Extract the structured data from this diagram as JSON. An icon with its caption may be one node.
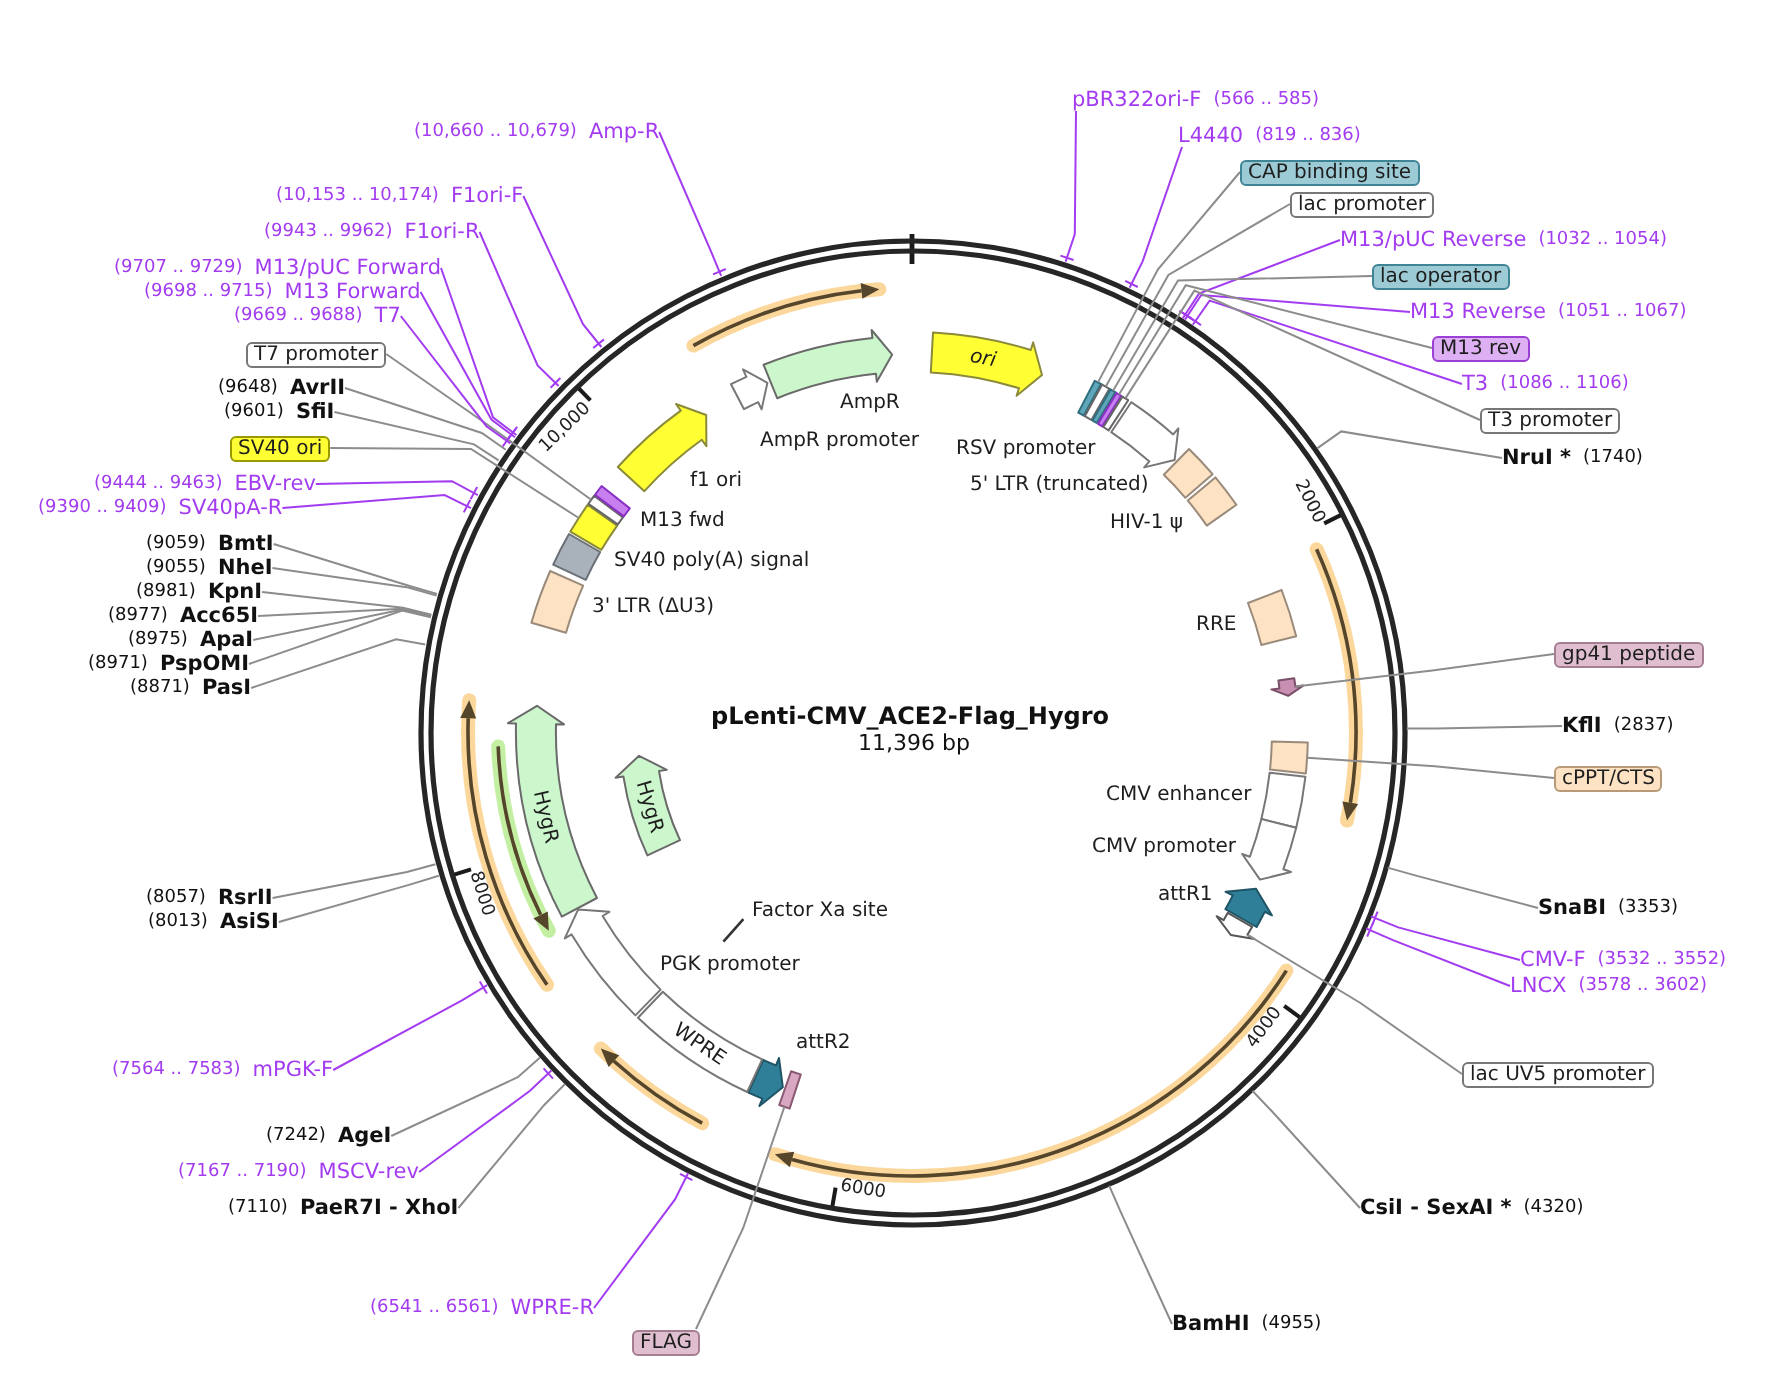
{
  "diagram": {
    "nodes": [
      {
        "text": [
          "pBR322ori-F",
          "(566 .. 585)"
        ]
      },
      {
        "text": [
          "L4440",
          "(819 .. 836)"
        ]
      },
      {
        "text": [
          "CAP binding site"
        ]
      },
      {
        "text": [
          "lac promoter"
        ]
      },
      {
        "text": [
          "M13/pUC Reverse",
          "(1032 .. 1054)"
        ]
      },
      {
        "text": [
          "lac operator"
        ]
      },
      {
        "text": [
          "M13 Reverse",
          "(1051 .. 1067)"
        ]
      },
      {
        "text": [
          "M13 rev"
        ]
      },
      {
        "text": [
          "T3",
          "(1086 .. 1106)"
        ]
      },
      {
        "text": [
          "T3 promoter"
        ]
      },
      {
        "text": [
          "NruI *",
          "(1740)"
        ]
      },
      {
        "text": [
          "gp41 peptide"
        ]
      },
      {
        "text": [
          "KflI",
          "(2837)"
        ]
      },
      {
        "text": [
          "cPPT/CTS"
        ]
      },
      {
        "text": [
          "SnaBI",
          "(3353)"
        ]
      },
      {
        "text": [
          "CMV-F",
          "(3532 .. 3552)"
        ]
      },
      {
        "text": [
          "LNCX",
          "(3578 .. 3602)"
        ]
      },
      {
        "text": [
          "lac UV5 promoter"
        ]
      },
      {
        "text": [
          "CsiI - SexAI *",
          "(4320)"
        ]
      },
      {
        "text": [
          "BamHI",
          "(4955)"
        ]
      },
      {
        "text": [
          "FLAG"
        ]
      },
      {
        "text": [
          "(6541 .. 6561)",
          "WPRE-R"
        ]
      },
      {
        "text": [
          "(7110)",
          "PaeR7I - XhoI"
        ]
      },
      {
        "text": [
          "(7167 .. 7190)",
          "MSCV-rev"
        ]
      },
      {
        "text": [
          "(7242)",
          "AgeI"
        ]
      },
      {
        "text": [
          "(7564 .. 7583)",
          "mPGK-F"
        ]
      },
      {
        "text": [
          "(8013)",
          "AsiSI"
        ]
      },
      {
        "text": [
          "(8057)",
          "RsrII"
        ]
      },
      {
        "text": [
          "(8871)",
          "PasI"
        ]
      },
      {
        "text": [
          "(8971)",
          "PspOMI"
        ]
      },
      {
        "text": [
          "(8975)",
          "ApaI"
        ]
      },
      {
        "text": [
          "(8977)",
          "Acc65I"
        ]
      },
      {
        "text": [
          "(8981)",
          "KpnI"
        ]
      },
      {
        "text": [
          "(9055)",
          "NheI"
        ]
      },
      {
        "text": [
          "(9059)",
          "BmtI"
        ]
      },
      {
        "text": [
          "(9390 .. 9409)",
          "SV40pA-R"
        ]
      },
      {
        "text": [
          "(9444 .. 9463)",
          "EBV-rev"
        ]
      },
      {
        "text": [
          "SV40 ori"
        ]
      },
      {
        "text": [
          "(9601)",
          "SfiI"
        ]
      },
      {
        "text": [
          "(9648)",
          "AvrII"
        ]
      },
      {
        "text": [
          "T7 promoter"
        ]
      },
      {
        "text": [
          "(9669 .. 9688)",
          "T7"
        ]
      },
      {
        "text": [
          "(9698 .. 9715)",
          "M13 Forward"
        ]
      },
      {
        "text": [
          "(9707 .. 9729)",
          "M13/pUC Forward"
        ]
      },
      {
        "text": [
          "(9943 .. 9962)",
          "F1ori-R"
        ]
      },
      {
        "text": [
          "(10,153 .. 10,174)",
          "F1ori-F"
        ]
      },
      {
        "text": [
          "(10,660 .. 10,679)",
          "Amp-R"
        ]
      },
      {
        "text": [
          "pLenti-CMV_ACE2-Flag_Hygro",
          "11,396 bp"
        ]
      },
      {
        "text": [
          "ori"
        ],
        "in": 47
      },
      {
        "text": [],
        "shape": "box",
        "in": 47
      },
      {
        "text": [],
        "shape": "box",
        "in": 47
      },
      {
        "text": [],
        "shape": "box",
        "in": 47
      },
      {
        "text": [],
        "shape": "box",
        "in": 47
      },
      {
        "text": [],
        "shape": "box",
        "in": 47
      },
      {
        "text": [
          "RSV promoter"
        ],
        "in": 47
      },
      {
        "text": [
          "5' LTR (truncated)"
        ],
        "in": 47
      },
      {
        "text": [
          "HIV-1 ψ"
        ],
        "in": 47
      },
      {
        "text": [
          "RRE"
        ],
        "in": 47
      },
      {
        "text": [],
        "shape": "arrow",
        "in": 47
      },
      {
        "text": [],
        "shape": "box",
        "in": 47
      },
      {
        "text": [
          "CMV enhancer"
        ],
        "in": 47
      },
      {
        "text": [
          "CMV promoter"
        ],
        "in": 47
      },
      {
        "text": [
          "attR1"
        ],
        "in": 47
      },
      {
        "text": [],
        "shape": "arrow",
        "in": 47
      },
      {
        "text": [],
        "shape": "box",
        "in": 47
      },
      {
        "text": [
          "attR2"
        ],
        "in": 47
      },
      {
        "text": [
          "WPRE"
        ],
        "in": 47
      },
      {
        "text": [
          "Factor Xa site"
        ],
        "in": 47
      },
      {
        "text": [
          "PGK promoter"
        ],
        "in": 47
      },
      {
        "text": [
          "HygR"
        ],
        "in": 47
      },
      {
        "text": [
          "HygR"
        ],
        "in": 47
      },
      {
        "text": [
          "3' LTR (ΔU3)"
        ],
        "in": 47
      },
      {
        "text": [
          "SV40 poly(A) signal"
        ],
        "in": 47
      },
      {
        "text": [],
        "shape": "box",
        "in": 47
      },
      {
        "text": [],
        "shape": "box",
        "in": 47
      },
      {
        "text": [
          "M13 fwd"
        ],
        "in": 47
      },
      {
        "text": [
          "f1 ori"
        ],
        "in": 47
      },
      {
        "text": [
          "AmpR promoter"
        ],
        "in": 47
      },
      {
        "text": [
          "AmpR"
        ],
        "in": 47
      }
    ],
    "edges": [
      {
        "from": 0,
        "to": 47,
        "arrow": "none",
        "color": "#a33cf0"
      },
      {
        "from": 1,
        "to": 47,
        "arrow": "none",
        "color": "#a33cf0"
      },
      {
        "from": 2,
        "to": 49,
        "arrow": "none"
      },
      {
        "from": 3,
        "to": 50,
        "arrow": "none"
      },
      {
        "from": 4,
        "to": 47,
        "arrow": "none",
        "color": "#a33cf0"
      },
      {
        "from": 5,
        "to": 51,
        "arrow": "none"
      },
      {
        "from": 6,
        "to": 47,
        "arrow": "none",
        "color": "#a33cf0"
      },
      {
        "from": 7,
        "to": 52,
        "arrow": "none"
      },
      {
        "from": 8,
        "to": 47,
        "arrow": "none",
        "color": "#a33cf0"
      },
      {
        "from": 9,
        "to": 53,
        "arrow": "none"
      },
      {
        "from": 10,
        "to": 47,
        "arrow": "none"
      },
      {
        "from": 11,
        "to": 58,
        "arrow": "none"
      },
      {
        "from": 12,
        "to": 47,
        "arrow": "none"
      },
      {
        "from": 13,
        "to": 59,
        "arrow": "none"
      },
      {
        "from": 14,
        "to": 47,
        "arrow": "none"
      },
      {
        "from": 15,
        "to": 47,
        "arrow": "none",
        "color": "#a33cf0"
      },
      {
        "from": 16,
        "to": 47,
        "arrow": "none",
        "color": "#a33cf0"
      },
      {
        "from": 17,
        "to": 63,
        "arrow": "none"
      },
      {
        "from": 18,
        "to": 47,
        "arrow": "none"
      },
      {
        "from": 19,
        "to": 47,
        "arrow": "none"
      },
      {
        "from": 20,
        "to": 64,
        "arrow": "none"
      },
      {
        "from": 21,
        "to": 47,
        "arrow": "none",
        "color": "#a33cf0"
      },
      {
        "from": 22,
        "to": 47,
        "arrow": "none"
      },
      {
        "from": 23,
        "to": 47,
        "arrow": "none",
        "color": "#a33cf0"
      },
      {
        "from": 24,
        "to": 47,
        "arrow": "none"
      },
      {
        "from": 25,
        "to": 47,
        "arrow": "none",
        "color": "#a33cf0"
      },
      {
        "from": 26,
        "to": 47,
        "arrow": "none"
      },
      {
        "from": 27,
        "to": 47,
        "arrow": "none"
      },
      {
        "from": 28,
        "to": 47,
        "arrow": "none"
      },
      {
        "from": 29,
        "to": 47,
        "arrow": "none"
      },
      {
        "from": 30,
        "to": 47,
        "arrow": "none"
      },
      {
        "from": 31,
        "to": 47,
        "arrow": "none"
      },
      {
        "from": 32,
        "to": 47,
        "arrow": "none"
      },
      {
        "from": 33,
        "to": 47,
        "arrow": "none"
      },
      {
        "from": 34,
        "to": 47,
        "arrow": "none"
      },
      {
        "from": 35,
        "to": 47,
        "arrow": "none",
        "color": "#a33cf0"
      },
      {
        "from": 36,
        "to": 47,
        "arrow": "none",
        "color": "#a33cf0"
      },
      {
        "from": 37,
        "to": 73,
        "arrow": "none"
      },
      {
        "from": 38,
        "to": 47,
        "arrow": "none"
      },
      {
        "from": 39,
        "to": 47,
        "arrow": "none"
      },
      {
        "from": 40,
        "to": 74,
        "arrow": "none"
      },
      {
        "from": 41,
        "to": 47,
        "arrow": "none",
        "color": "#a33cf0"
      },
      {
        "from": 42,
        "to": 47,
        "arrow": "none",
        "color": "#a33cf0"
      },
      {
        "from": 43,
        "to": 47,
        "arrow": "none",
        "color": "#a33cf0"
      },
      {
        "from": 44,
        "to": 47,
        "arrow": "none",
        "color": "#a33cf0"
      },
      {
        "from": 45,
        "to": 47,
        "arrow": "none",
        "color": "#a33cf0"
      },
      {
        "from": 46,
        "to": 47,
        "arrow": "none",
        "color": "#a33cf0"
      }
    ],
    "labels": [
      "10,000",
      "2000",
      "8000",
      "4000",
      "6000"
    ]
  }
}
